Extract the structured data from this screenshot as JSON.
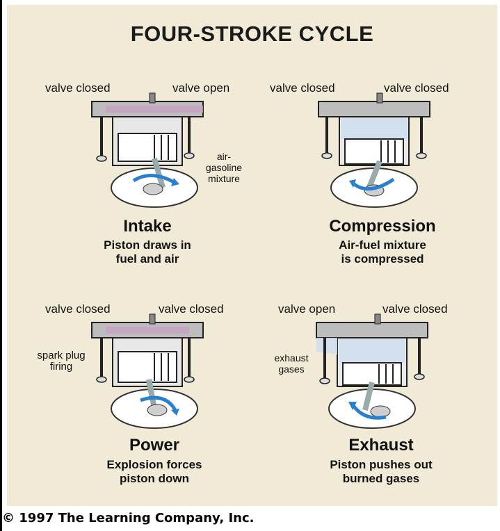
{
  "title": "FOUR-STROKE CYCLE",
  "stages": [
    {
      "name": "Intake",
      "description_lines": [
        "Piston draws in",
        "fuel and air"
      ],
      "left_valve": "valve closed",
      "right_valve": "valve open",
      "annotation_lines": [
        "air-",
        "gasoline",
        "mixture"
      ]
    },
    {
      "name": "Compression",
      "description_lines": [
        "Air-fuel mixture",
        "is compressed"
      ],
      "left_valve": "valve closed",
      "right_valve": "valve closed"
    },
    {
      "name": "Power",
      "description_lines": [
        "Explosion forces",
        "piston down"
      ],
      "left_valve": "valve closed",
      "right_valve": "valve closed",
      "annotation_lines": [
        "spark plug",
        "firing"
      ]
    },
    {
      "name": "Exhaust",
      "description_lines": [
        "Piston pushes out",
        "burned gases"
      ],
      "left_valve": "valve open",
      "right_valve": "valve closed",
      "annotation_lines": [
        "exhaust",
        "gases"
      ]
    }
  ],
  "copyright": "© 1997 The Learning Company, Inc.",
  "colors": {
    "background": "#f1ead7",
    "cylinder": "#d8d8d8",
    "mixture": "#c8a0c0",
    "exhaust": "#d0e0ee",
    "arrow": "#2a7fd0"
  }
}
